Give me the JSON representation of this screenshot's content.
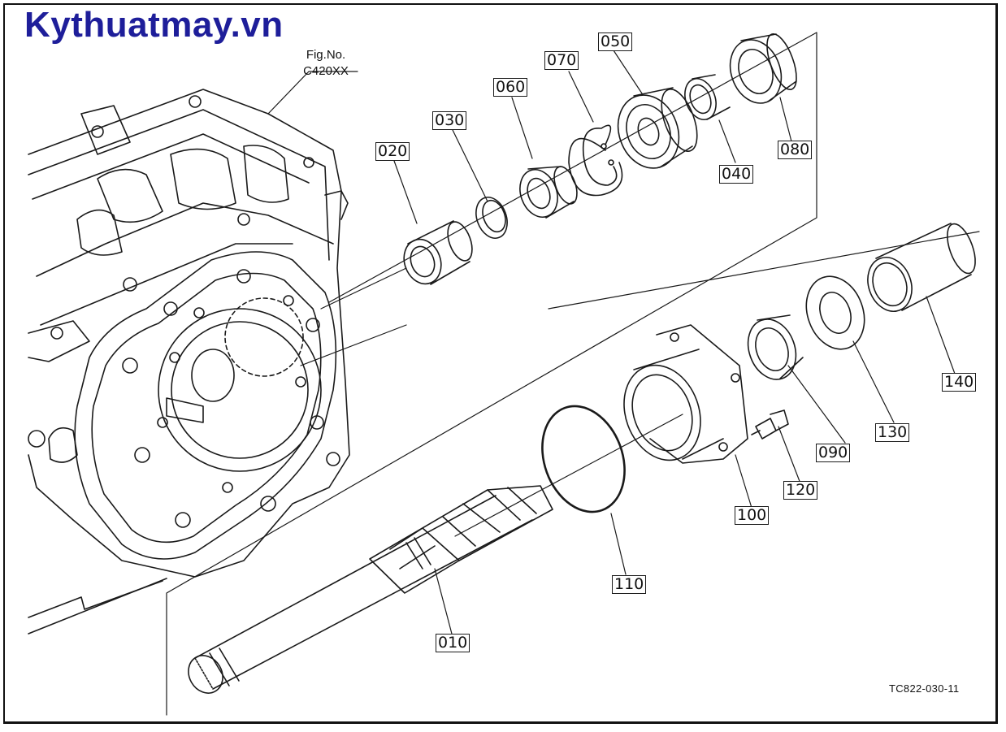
{
  "watermark": "Kythuatmay.vn",
  "figure": {
    "fig_label": "Fig.No.",
    "fig_number": "C420XX"
  },
  "document_code": "TC822-030-11",
  "parts": [
    {
      "id": "010",
      "label": "010"
    },
    {
      "id": "020",
      "label": "020"
    },
    {
      "id": "030",
      "label": "030"
    },
    {
      "id": "040",
      "label": "040"
    },
    {
      "id": "050",
      "label": "050"
    },
    {
      "id": "060",
      "label": "060"
    },
    {
      "id": "070",
      "label": "070"
    },
    {
      "id": "080",
      "label": "080"
    },
    {
      "id": "090",
      "label": "090"
    },
    {
      "id": "100",
      "label": "100"
    },
    {
      "id": "110",
      "label": "110"
    },
    {
      "id": "120",
      "label": "120"
    },
    {
      "id": "130",
      "label": "130"
    },
    {
      "id": "140",
      "label": "140"
    }
  ]
}
